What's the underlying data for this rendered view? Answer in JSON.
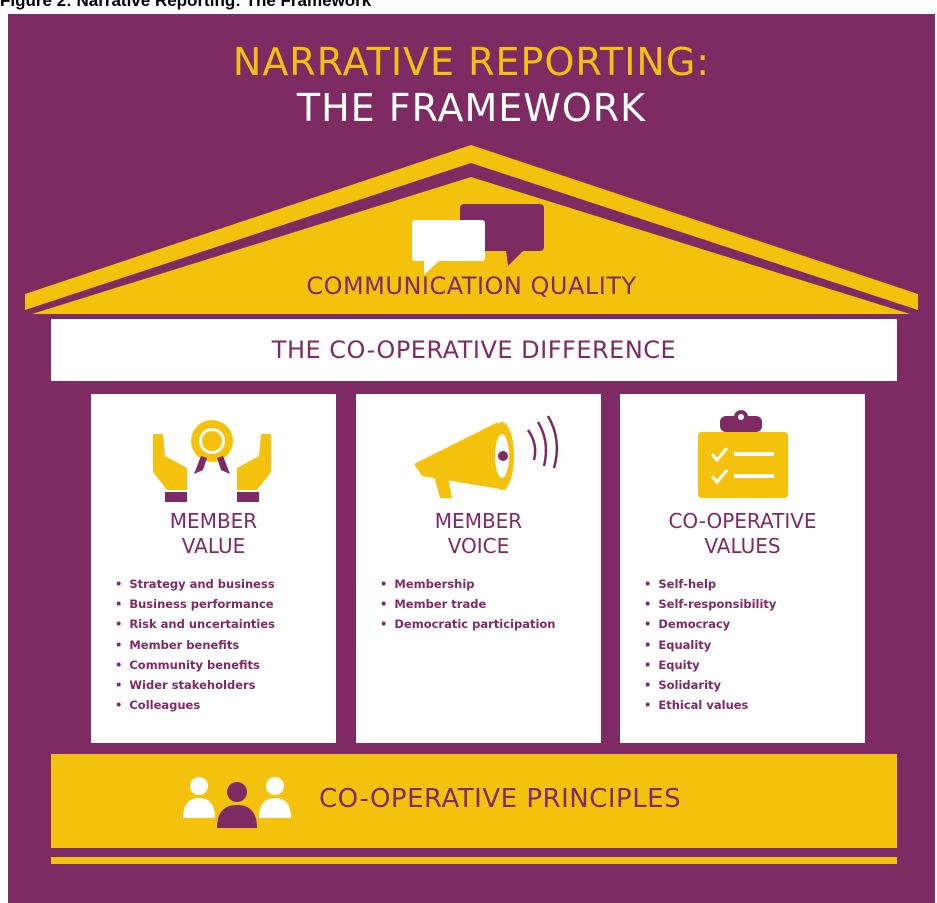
{
  "caption": "Figure 2: Narrative Reporting: The Framework",
  "title": {
    "line1": "NARRATIVE REPORTING:",
    "line2": "THE FRAMEWORK"
  },
  "roof_label": "COMMUNICATION QUALITY",
  "middle_bar": "THE CO-OPERATIVE DIFFERENCE",
  "pillars": [
    {
      "title_lines": [
        "MEMBER",
        "VALUE"
      ],
      "icon": "hands-award-icon",
      "items": [
        "Strategy and business",
        "Business performance",
        "Risk and uncertainties",
        "Member benefits",
        "Community benefits",
        "Wider stakeholders",
        "Colleagues"
      ]
    },
    {
      "title_lines": [
        "MEMBER",
        "VOICE"
      ],
      "icon": "megaphone-icon",
      "items": [
        "Membership",
        "Member trade",
        "Democratic participation"
      ]
    },
    {
      "title_lines": [
        "CO-OPERATIVE",
        "VALUES"
      ],
      "icon": "clipboard-checklist-icon",
      "items": [
        "Self-help",
        "Self-responsibility",
        "Democracy",
        "Equality",
        "Equity",
        "Solidarity",
        "Ethical values"
      ]
    }
  ],
  "base_label": "CO-OPERATIVE PRINCIPLES",
  "colors": {
    "purple": "#7e2a63",
    "yellow": "#f4c20d",
    "white": "#ffffff"
  }
}
